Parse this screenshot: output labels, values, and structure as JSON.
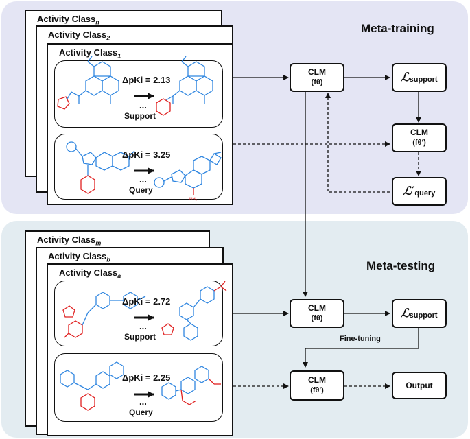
{
  "colors": {
    "meta_training_bg": "#e4e5f4",
    "meta_testing_bg": "#e3ecf1",
    "molecule_core": "#2f86e0",
    "molecule_change": "#e02020"
  },
  "meta_training": {
    "title": "Meta-training",
    "cards": [
      {
        "label": "Activity Class",
        "sub": "n"
      },
      {
        "label": "Activity Class",
        "sub": "2"
      },
      {
        "label": "Activity Class",
        "sub": "1"
      }
    ],
    "support": {
      "delta": "ΔpKi = 2.13",
      "dots": "...",
      "caption": "Support"
    },
    "query": {
      "delta": "ΔpKi = 3.25",
      "dots": "...",
      "caption": "Query"
    },
    "nodes": {
      "clm_top": "CLM",
      "clm_top_sub": "(fθ)",
      "loss_support": "ℒ",
      "loss_support_sub": "support",
      "clm_prime": "CLM",
      "clm_prime_sub": "(fθ′)",
      "loss_query": "ℒ′",
      "loss_query_sub": "query"
    }
  },
  "meta_testing": {
    "title": "Meta-testing",
    "cards": [
      {
        "label": "Activity Class",
        "sub": "m"
      },
      {
        "label": "Activity Class",
        "sub": "b"
      },
      {
        "label": "Activity Class",
        "sub": "a"
      }
    ],
    "support": {
      "delta": "ΔpKi = 2.72",
      "dots": "...",
      "caption": "Support"
    },
    "query": {
      "delta": "ΔpKi = 2.25",
      "dots": "...",
      "caption": "Query"
    },
    "fine_tuning": "Fine-tuning",
    "nodes": {
      "clm_mid": "CLM",
      "clm_mid_sub": "(fθ)",
      "loss_support": "ℒ",
      "loss_support_sub": "support",
      "clm_bottom": "CLM",
      "clm_bottom_sub": "(fθ′)",
      "output": "Output"
    }
  }
}
